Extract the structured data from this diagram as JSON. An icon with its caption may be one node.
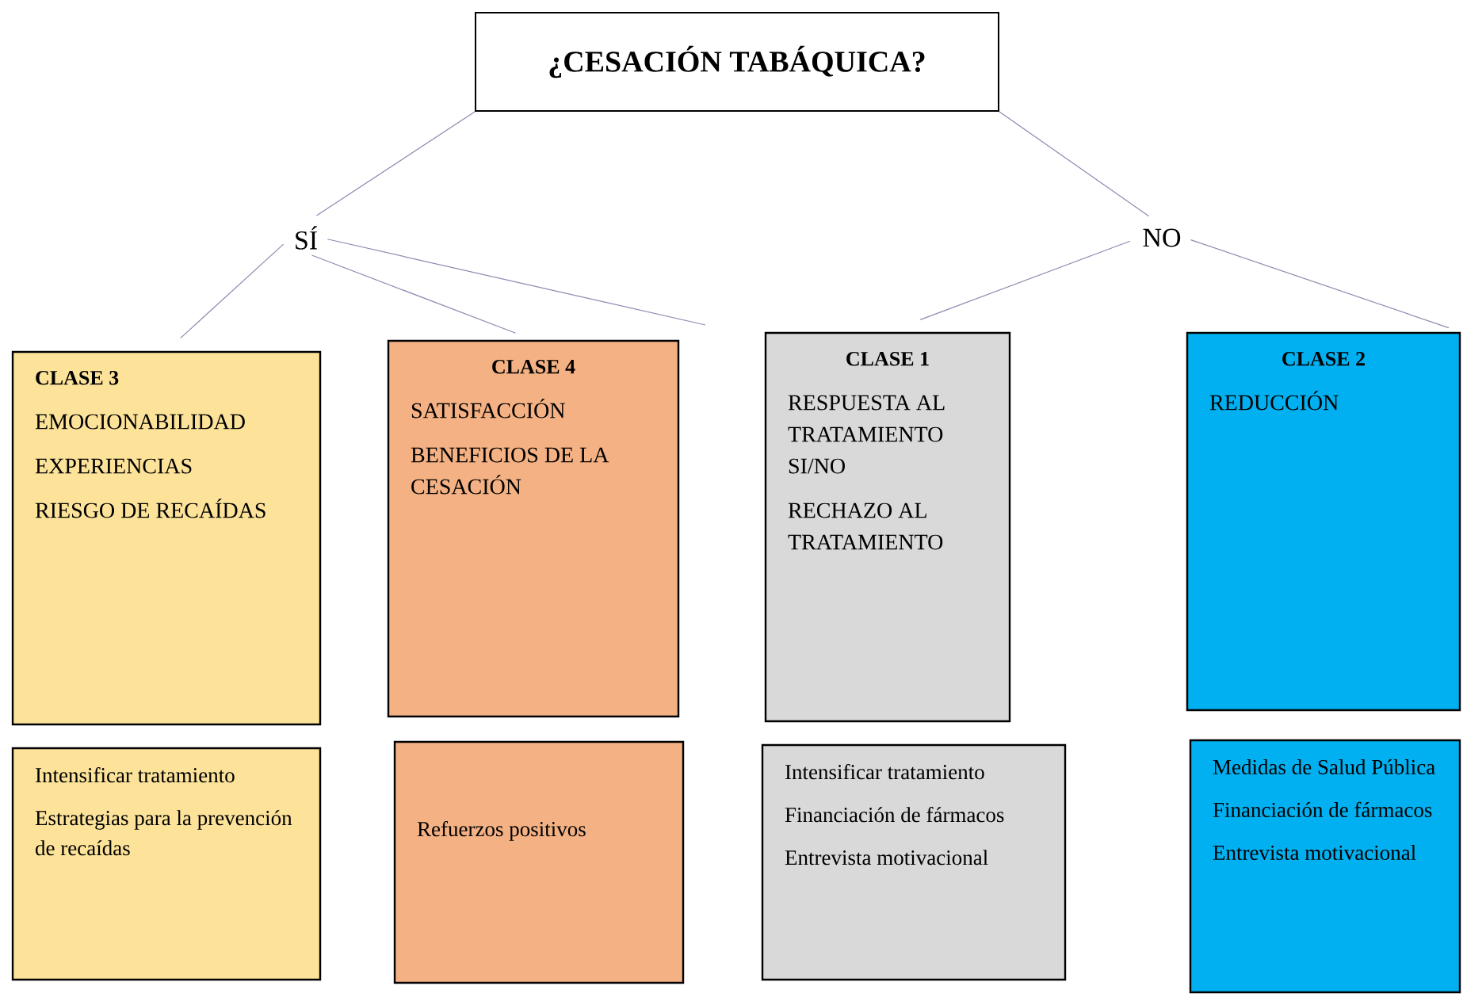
{
  "diagram": {
    "nodes": [
      {
        "text": [
          "¿CESACIÓN TABÁQUICA?"
        ]
      },
      {
        "text": [
          "SÍ"
        ]
      },
      {
        "text": [
          "NO"
        ]
      },
      {
        "text": [
          "CLASE 3",
          "EMOCIONABILIDAD",
          "EXPERIENCIAS",
          "RIESGO DE RECAÍDAS"
        ]
      },
      {
        "text": [
          "CLASE 4",
          "SATISFACCIÓN",
          "BENEFICIOS DE LA CESACIÓN"
        ]
      },
      {
        "text": [
          "CLASE 1",
          "RESPUESTA AL TRATAMIENTO SI/NO",
          "RECHAZO AL TRATAMIENTO"
        ]
      },
      {
        "text": [
          "CLASE 2",
          "REDUCCIÓN"
        ]
      },
      {
        "text": [
          "Intensificar tratamiento",
          "Estrategias para la prevención de recaídas"
        ]
      },
      {
        "text": [
          "Refuerzos positivos"
        ]
      },
      {
        "text": [
          "Intensificar tratamiento",
          "Financiación de fármacos",
          "Entrevista motivacional"
        ]
      },
      {
        "text": [
          "Medidas de Salud Pública",
          "Financiación de fármacos",
          "Entrevista motivacional"
        ]
      }
    ],
    "edges": [
      {
        "from": 0,
        "to": 1,
        "arrow": "none"
      },
      {
        "from": 0,
        "to": 2,
        "arrow": "none"
      },
      {
        "from": 1,
        "to": 3,
        "arrow": "none"
      },
      {
        "from": 1,
        "to": 4,
        "arrow": "none"
      },
      {
        "from": 1,
        "to": null,
        "arrow": "none"
      },
      {
        "from": 2,
        "to": 5,
        "arrow": "none"
      },
      {
        "from": 2,
        "to": 6,
        "arrow": "none"
      }
    ]
  }
}
